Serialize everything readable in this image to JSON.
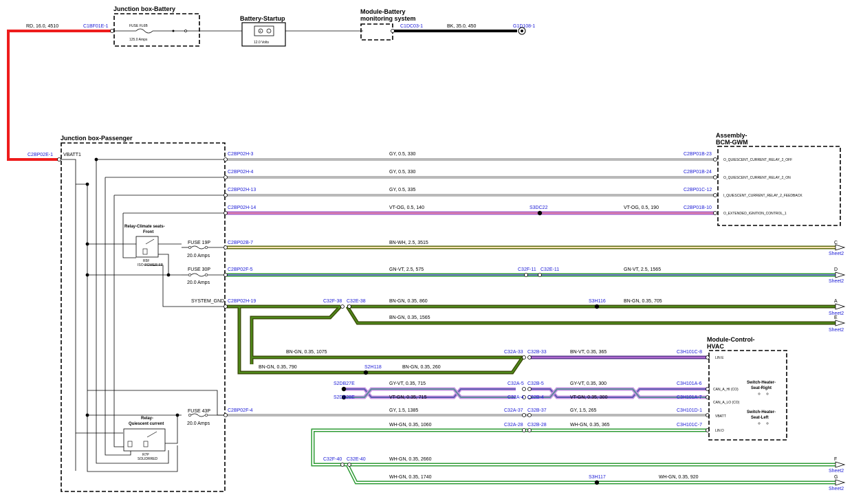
{
  "colors": {
    "RD": "#ee1c1c",
    "BK": "#000000",
    "GY": "#b9b9b9",
    "VT": "#b06ad0",
    "OG": "#e0803a",
    "PK": "#e07fa7",
    "BN": "#5b6b12",
    "WH": "#ffffff",
    "GN": "#2e9b34",
    "blue_label": "#1a1ad6"
  },
  "boxes": {
    "jb_battery": "Junction box-Battery",
    "battery_startup": "Battery-Startup",
    "module_battery": "Module-Battery\nmonitoring system",
    "jb_passenger": "Junction box-Passenger",
    "bcm": "Assembly-\nBCM-GWM",
    "hvac": "Module-Control-\nHVAC"
  },
  "top": {
    "wire_rd": "RD,  16.0,  4510",
    "conn_c1bf01e1": "C1BF01E-1",
    "fuse_label": "FUSE FL6B",
    "fuse_amps": "125.0 Amps",
    "battery_volts": "12.0 Volts",
    "conn_c1dc03": "C1DC03-1",
    "wire_bk": "BK,  35.0,  450",
    "conn_g1d108": "G1D108-1"
  },
  "passenger": {
    "conn_c2bp02e1": "C2BP02E-1",
    "vbatt1": "VBATT1",
    "relay_climate": "Relay-Climate seats-\nFront",
    "relay_climate_sub": "R5F\nISO-POWER FP",
    "fuse19": "FUSE 19P",
    "fuse19_amps": "20.0 Amps",
    "fuse30": "FUSE 30P",
    "fuse30_amps": "20.0 Amps",
    "system_gnd": "SYSTEM_GND",
    "relay_quiescent": "Relay-\nQuiescent current",
    "relay_quiescent_sub": "R7P\nSOLIDRRED",
    "fuse43": "FUSE 43P",
    "fuse43_amps": "20.0 Amps"
  },
  "bcm_pins": [
    "O_QUIESCENT_CURRENT_RELAY_2_OFF",
    "O_QUIESCENT_CURRENT_RELAY_2_ON",
    "I_QUIESCENT_CURRENT_RELAY_2_FEEDBACK",
    "O_EXTENDED_IGNITION_CONTROL_1"
  ],
  "hvac_pins": [
    "LIN E",
    "CAN_A_HI (CO)",
    "CAN_A_LO (CO)",
    "VBATT",
    "LIN D"
  ],
  "switches": {
    "right": "Switch-Heater-\nSeat-Right",
    "left": "Switch-Heater-\nSeat-Left"
  },
  "wires": {
    "w1": {
      "from": "C2BP02H-3",
      "label": "GY,  0.5,  330",
      "to": "C2BP01B-23"
    },
    "w2": {
      "from": "C2BP02H-4",
      "label": "GY,  0.5,  330",
      "to": "C2BP01B-24"
    },
    "w3": {
      "from": "C2BP02H-13",
      "label": "GY,  0.5,  335",
      "to": "C2BP01C-12"
    },
    "w4": {
      "from": "C2BP02H-14",
      "label1": "VT-OG,  0.5,  140",
      "splice": "S3DC22",
      "label2": "VT-OG,  0.5,  190",
      "to": "C2BP01B-10"
    },
    "w5": {
      "from": "C2BP02B-7",
      "label": "BN-WH,  2.5,  3515",
      "letter": "C",
      "sheet": "Sheet2"
    },
    "w6": {
      "from": "C2BP02F-5",
      "label1": "GN-VT,  2.5,  575",
      "conn1": "C32F-11",
      "conn2": "C32E-11",
      "label2": "GN-VT,  2.5,  1565",
      "letter": "D",
      "sheet": "Sheet2"
    },
    "w7": {
      "from": "C2BP02H-19",
      "conn1": "C32F-38",
      "conn2": "C32E-38",
      "label1": "BN-GN,  0.35,  860",
      "splice": "S3H116",
      "label2": "BN-GN,  0.35,  705",
      "letter": "A",
      "sheet": "Sheet2"
    },
    "w8": {
      "label": "BN-GN,  0.35,  1565",
      "letter": "E",
      "sheet": "Sheet2"
    },
    "w9": {
      "label_a": "BN-GN,  0.35,  1075",
      "conn1": "C32A-33",
      "conn2": "C32B-33",
      "label_b": "BN-VT,  0.35,  365",
      "to": "C3H101C-8"
    },
    "w10": {
      "label1": "BN-GN,  0.35,  790",
      "splice": "S2H118",
      "label2": "BN-GN,  0.35,  260"
    },
    "w11": {
      "from": "S2DB27E",
      "label1": "GY-VT,  0.35,  715",
      "conn1": "C32A-5",
      "conn2": "C32B-5",
      "label2": "GY-VT,  0.35,  300",
      "to": "C3H101A-6"
    },
    "w12": {
      "from": "S2DB28E",
      "label1": "VT-GN,  0.35,  715",
      "conn1": "C32A-4",
      "conn2": "C32B-4",
      "label2": "VT-GN,  0.35,  300",
      "to": "C3H101A-7"
    },
    "w13": {
      "from": "C2BP02F-4",
      "label1": "GY,  1.5,  1385",
      "conn1": "C32A-37",
      "conn2": "C32B-37",
      "label2": "GY,  1.5,  265",
      "to": "C3H101D-1"
    },
    "w14": {
      "label1": "WH-GN,  0.35,  1060",
      "conn1": "C32A-28",
      "conn2": "C32B-28",
      "label2": "WH-GN,  0.35,  365",
      "to": "C3H101C-7"
    },
    "w15": {
      "conn1": "C32F-40",
      "conn2": "C32E-40",
      "label": "WH-GN,  0.35,  2660",
      "letter": "F",
      "sheet": "Sheet2"
    },
    "w16": {
      "label1": "WH-GN,  0.35,  1740",
      "splice": "S3H117",
      "label2": "WH-GN,  0.35,  920",
      "letter": "G",
      "sheet": "Sheet2"
    }
  }
}
